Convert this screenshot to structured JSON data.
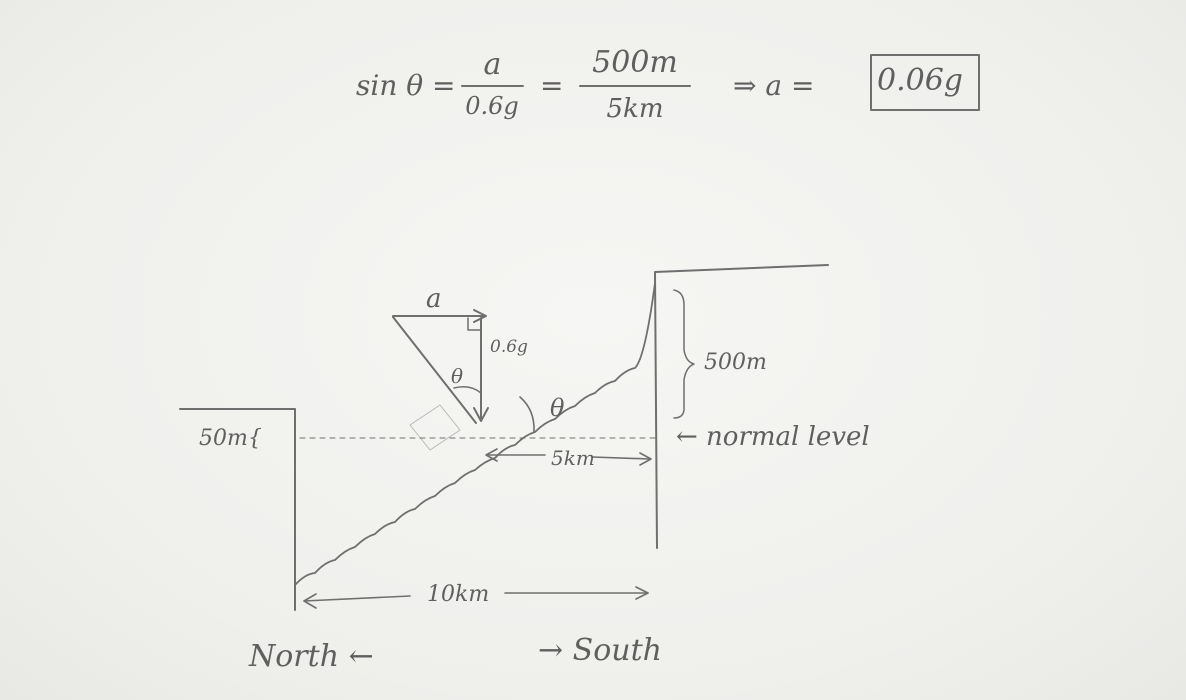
{
  "equation": {
    "lhs": "sin θ =",
    "frac1_num": "a",
    "frac1_den": "0.6g",
    "eq2": "=",
    "frac2_num": "500m",
    "frac2_den": "5km",
    "implies": "⇒ a =",
    "answer": "0.06g"
  },
  "diagram": {
    "a_label": "a",
    "g_label": "0.6g",
    "theta_triangle": "θ",
    "theta_slope": "θ",
    "height_label": "500m",
    "left_height_label": "50m{",
    "normal_level_label": "← normal level",
    "dist_5km": "5km",
    "dist_10km": "10km",
    "north_label": "North ←",
    "south_label": "→ South"
  }
}
